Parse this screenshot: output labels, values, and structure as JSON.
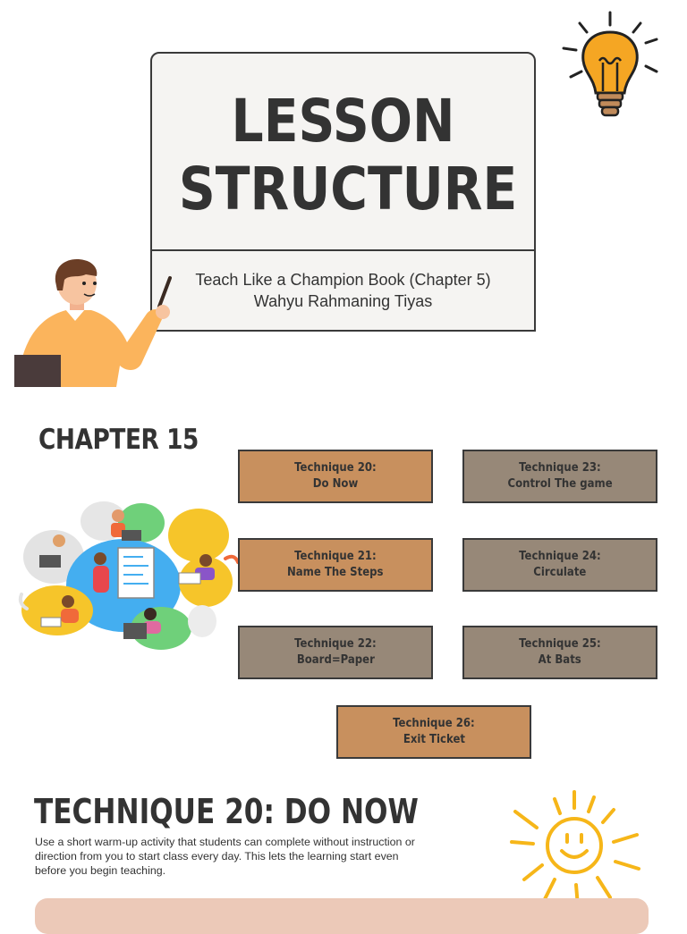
{
  "title": {
    "line1": "LESSON",
    "line2": "STRUCTURE"
  },
  "subtitle": {
    "line1": "Teach Like a Champion Book (Chapter 5)",
    "line2": "Wahyu Rahmaning Tiyas"
  },
  "chapter": {
    "heading": "CHAPTER 15"
  },
  "techniques": [
    {
      "number": "Technique 20:",
      "name": "Do Now",
      "color": "#c8905e"
    },
    {
      "number": "Technique 21:",
      "name": "Name The Steps",
      "color": "#c8905e"
    },
    {
      "number": "Technique 22:",
      "name": "Board=Paper",
      "color": "#978878"
    },
    {
      "number": "Technique 23:",
      "name": "Control The game",
      "color": "#978878"
    },
    {
      "number": "Technique 24:",
      "name": "Circulate",
      "color": "#978878"
    },
    {
      "number": "Technique 25:",
      "name": "At Bats",
      "color": "#978878"
    },
    {
      "number": "Technique 26:",
      "name": "Exit Ticket",
      "color": "#c8905e"
    }
  ],
  "section": {
    "heading": "TECHNIQUE 20: DO NOW",
    "body": "Use a short warm-up activity that students can complete without instruction or direction from you to start class every day. This lets the learning start even before you begin teaching."
  },
  "icons": {
    "lightbulb": "lightbulb-icon",
    "teacher": "teacher-illustration",
    "students": "students-illustration",
    "sun": "sun-icon"
  },
  "colors": {
    "orange_box": "#c8905e",
    "gray_box": "#978878",
    "pink_panel": "#ecc9b8",
    "card_bg": "#f5f4f2"
  }
}
